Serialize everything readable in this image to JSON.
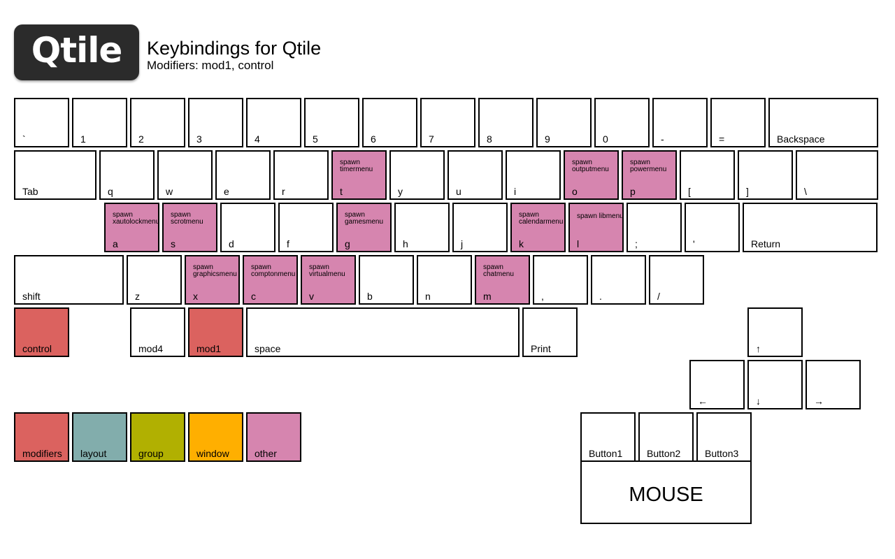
{
  "logo": "Qtile",
  "title": "Keybindings for Qtile",
  "subtitle": "Modifiers: mod1, control",
  "colors": {
    "key_bg": "#ffffff",
    "modifiers": "#db625f",
    "layout": "#82adac",
    "group": "#b1b001",
    "window": "#ffaf00",
    "other": "#d685af"
  },
  "keys": {
    "grave": {
      "label": "`",
      "action": ""
    },
    "n1": {
      "label": "1",
      "action": ""
    },
    "n2": {
      "label": "2",
      "action": ""
    },
    "n3": {
      "label": "3",
      "action": ""
    },
    "n4": {
      "label": "4",
      "action": ""
    },
    "n5": {
      "label": "5",
      "action": ""
    },
    "n6": {
      "label": "6",
      "action": ""
    },
    "n7": {
      "label": "7",
      "action": ""
    },
    "n8": {
      "label": "8",
      "action": ""
    },
    "n9": {
      "label": "9",
      "action": ""
    },
    "n0": {
      "label": "0",
      "action": ""
    },
    "minus": {
      "label": "-",
      "action": ""
    },
    "equal": {
      "label": "=",
      "action": ""
    },
    "backspace": {
      "label": "Backspace",
      "action": ""
    },
    "tab": {
      "label": "Tab",
      "action": ""
    },
    "q": {
      "label": "q",
      "action": ""
    },
    "w": {
      "label": "w",
      "action": ""
    },
    "e": {
      "label": "e",
      "action": ""
    },
    "r": {
      "label": "r",
      "action": ""
    },
    "t": {
      "label": "t",
      "action": "spawn\ntimermenu"
    },
    "y": {
      "label": "y",
      "action": ""
    },
    "u": {
      "label": "u",
      "action": ""
    },
    "i": {
      "label": "i",
      "action": ""
    },
    "o": {
      "label": "o",
      "action": "spawn\noutputmenu"
    },
    "p": {
      "label": "p",
      "action": "spawn\npowermenu"
    },
    "lbracket": {
      "label": "[",
      "action": ""
    },
    "rbracket": {
      "label": "]",
      "action": ""
    },
    "backslash": {
      "label": "\\",
      "action": ""
    },
    "a": {
      "label": "a",
      "action": "spawn\nxautolockmenu"
    },
    "s": {
      "label": "s",
      "action": "spawn\nscrotmenu"
    },
    "d": {
      "label": "d",
      "action": ""
    },
    "f": {
      "label": "f",
      "action": ""
    },
    "g": {
      "label": "g",
      "action": "spawn\ngamesmenu"
    },
    "h": {
      "label": "h",
      "action": ""
    },
    "j": {
      "label": "j",
      "action": ""
    },
    "k": {
      "label": "k",
      "action": "spawn\ncalendarmenu"
    },
    "l": {
      "label": "l",
      "action": "spawn libmenu"
    },
    "semicolon": {
      "label": ";",
      "action": ""
    },
    "apostrophe": {
      "label": "'",
      "action": ""
    },
    "return": {
      "label": "Return",
      "action": ""
    },
    "shift": {
      "label": "shift",
      "action": ""
    },
    "z": {
      "label": "z",
      "action": ""
    },
    "x": {
      "label": "x",
      "action": "spawn\ngraphicsmenu"
    },
    "c": {
      "label": "c",
      "action": "spawn\ncomptonmenu"
    },
    "v": {
      "label": "v",
      "action": "spawn\nvirtualmenu"
    },
    "b": {
      "label": "b",
      "action": ""
    },
    "n": {
      "label": "n",
      "action": ""
    },
    "m": {
      "label": "m",
      "action": "spawn\nchatmenu"
    },
    "comma": {
      "label": ",",
      "action": ""
    },
    "period": {
      "label": ".",
      "action": ""
    },
    "slash": {
      "label": "/",
      "action": ""
    },
    "control": {
      "label": "control",
      "action": ""
    },
    "mod4": {
      "label": "mod4",
      "action": ""
    },
    "mod1": {
      "label": "mod1",
      "action": ""
    },
    "space": {
      "label": "space",
      "action": ""
    },
    "print": {
      "label": "Print",
      "action": ""
    },
    "up": {
      "label": "↑",
      "action": ""
    },
    "left": {
      "label": "←",
      "action": ""
    },
    "down": {
      "label": "↓",
      "action": ""
    },
    "right": {
      "label": "→",
      "action": ""
    }
  },
  "legend": {
    "modifiers": "modifiers",
    "layout": "layout",
    "group": "group",
    "window": "window",
    "other": "other"
  },
  "mouse": {
    "button1": "Button1",
    "button2": "Button2",
    "button3": "Button3",
    "label": "MOUSE"
  }
}
